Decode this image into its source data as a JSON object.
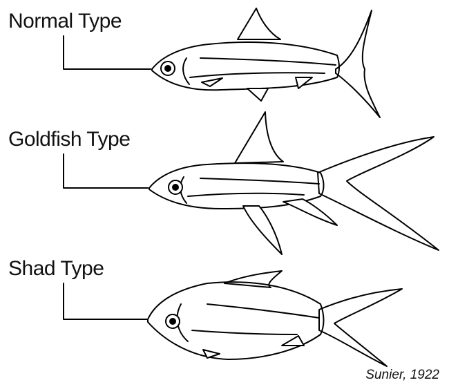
{
  "labels": {
    "normal": "Normal Type",
    "goldfish": "Goldfish Type",
    "shad": "Shad Type"
  },
  "credit": "Sunier, 1922",
  "colors": {
    "line": "#000000",
    "background": "#ffffff"
  }
}
